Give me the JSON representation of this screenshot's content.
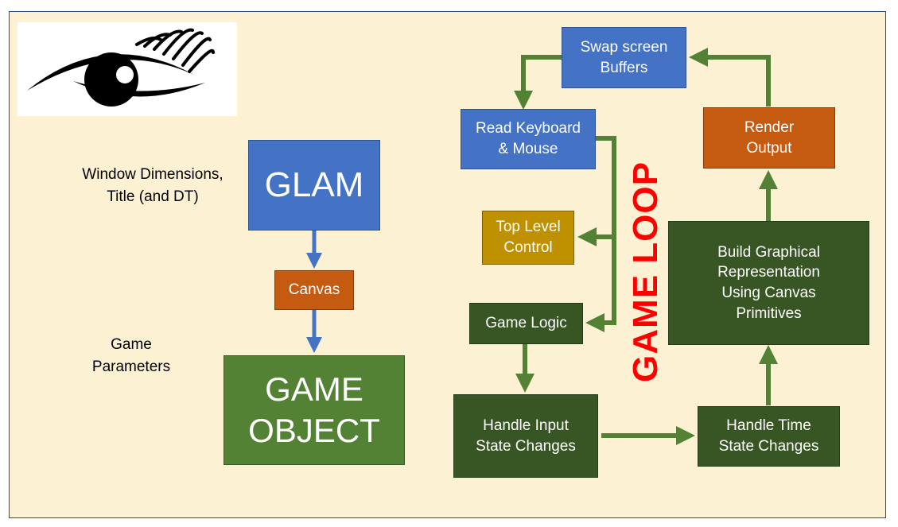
{
  "logo": {
    "icon": "eye-icon"
  },
  "labels": {
    "window_params": [
      "Window Dimensions,",
      "Title (and DT)"
    ],
    "game_params": [
      "Game",
      "Parameters"
    ],
    "loop_title": "GAME LOOP"
  },
  "nodes": {
    "glam": "GLAM",
    "canvas": "Canvas",
    "game_object": [
      "GAME",
      "OBJECT"
    ],
    "swap_buffers": [
      "Swap screen",
      "Buffers"
    ],
    "read_input": [
      "Read Keyboard",
      "& Mouse"
    ],
    "top_level_control": [
      "Top Level",
      "Control"
    ],
    "game_logic": "Game Logic",
    "handle_input": [
      "Handle Input",
      "State Changes"
    ],
    "handle_time": [
      "Handle Time",
      "State Changes"
    ],
    "build_graphics": [
      "Build Graphical",
      "Representation",
      "Using Canvas",
      "Primitives"
    ],
    "render_output": [
      "Render",
      "Output"
    ]
  },
  "colors": {
    "background": "#fdf1d3",
    "blue": "#4472c4",
    "orange": "#c55a11",
    "gold": "#bf9000",
    "dark_green": "#375623",
    "mid_green": "#548235",
    "green_arrow": "#548235",
    "blue_arrow": "#4472c4",
    "loop_title": "#ff0000"
  }
}
